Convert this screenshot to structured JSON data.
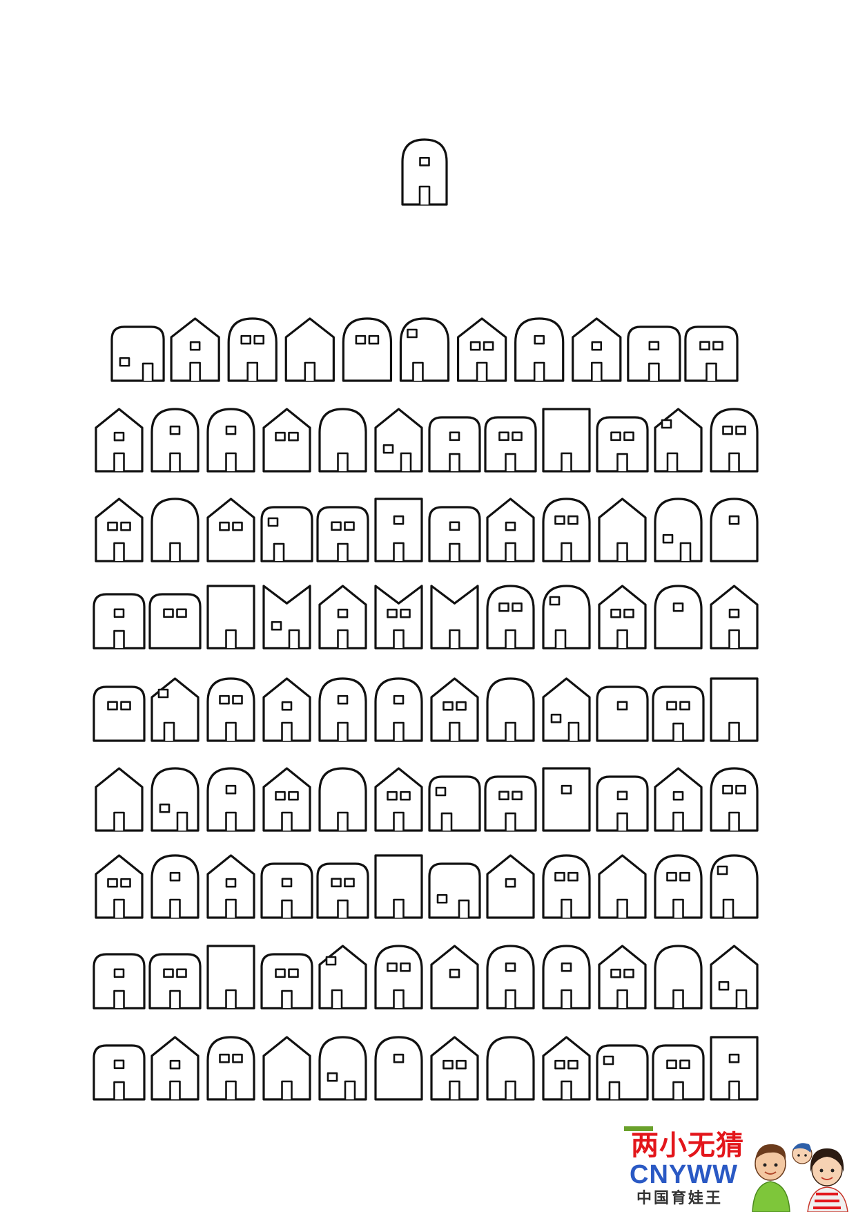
{
  "page": {
    "background": "#ffffff",
    "line_color": "#111111"
  },
  "sample_house": {
    "shape": "arch",
    "windows": 1,
    "door": true
  },
  "grid": {
    "rows": 9,
    "description_note": "",
    "row_counts": [
      11,
      12,
      12,
      12,
      12,
      12,
      12,
      12,
      12
    ]
  },
  "watermark": {
    "brand_cn": "两小无猜",
    "brand_en": "CNYWW",
    "subtitle_cn": "中国育娃王",
    "colors": {
      "cn": "#e3161b",
      "en": "#2a59c4",
      "sub": "#333333",
      "bar": "#6aa12b"
    },
    "icon": "cartoon-family-icon"
  }
}
